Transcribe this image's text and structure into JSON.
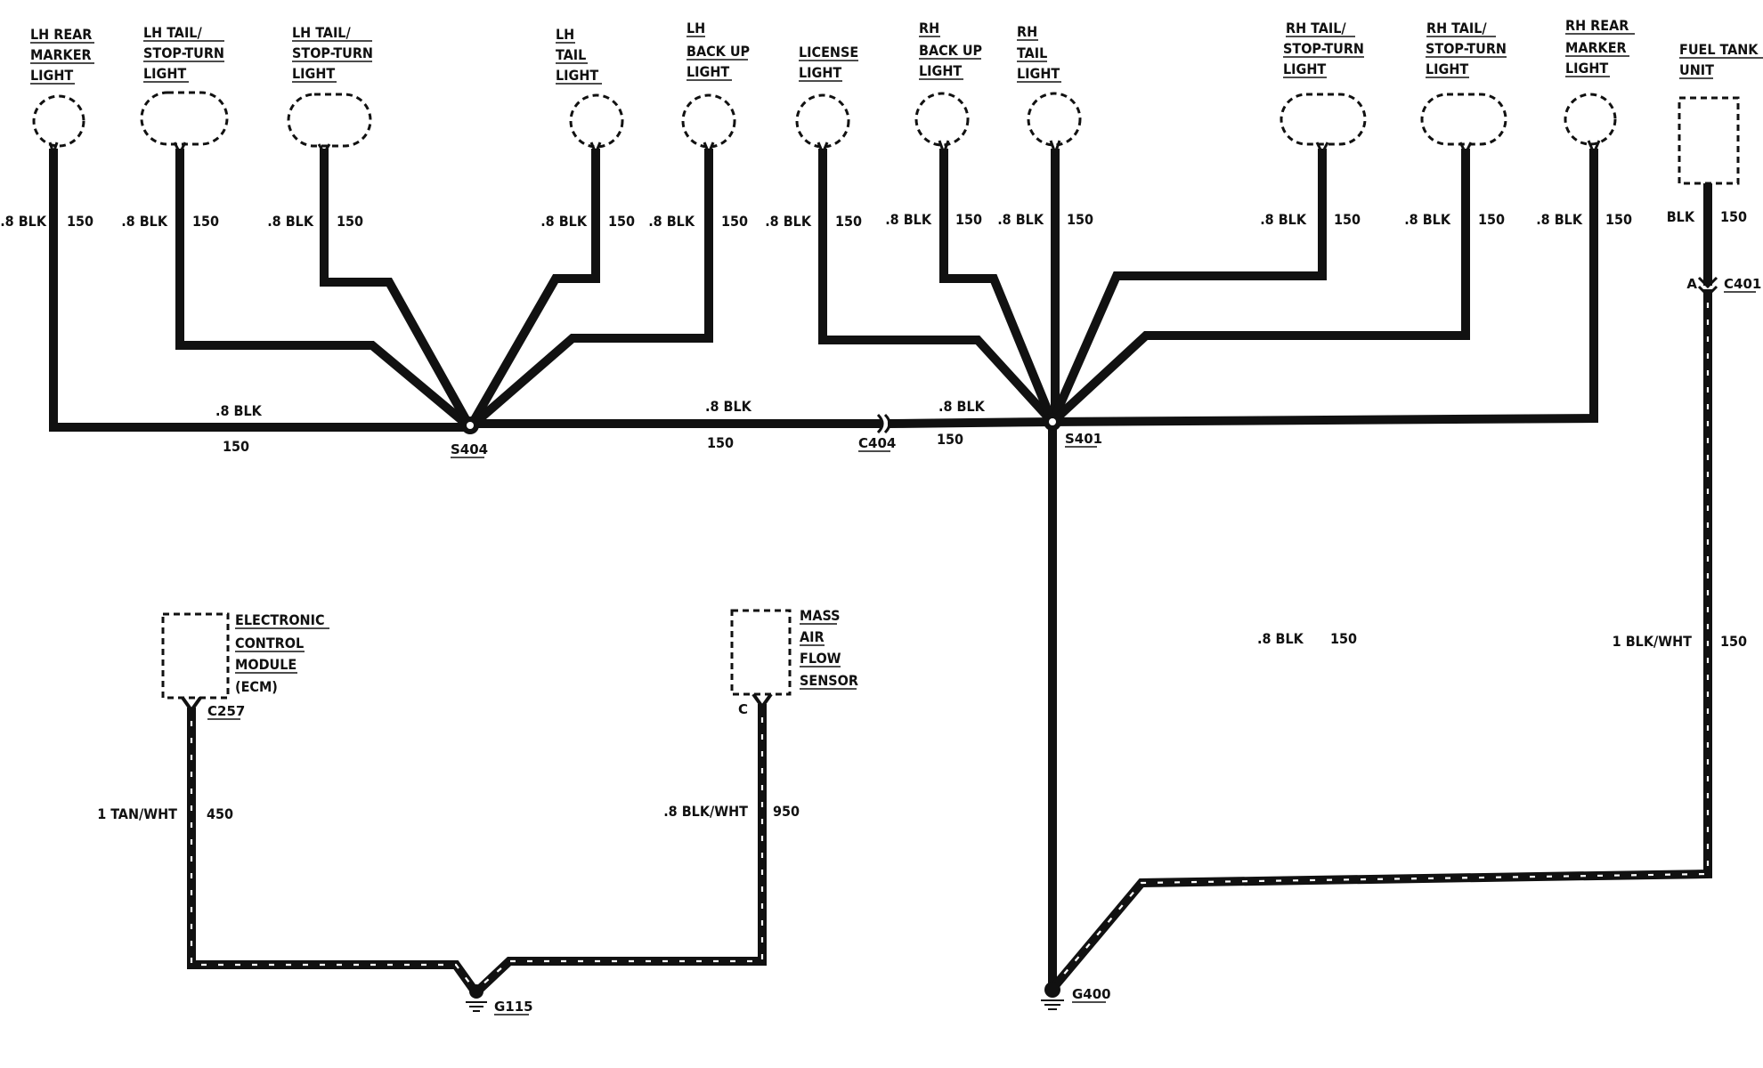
{
  "components": {
    "lh_rear_marker": [
      "LH REAR",
      "MARKER",
      "LIGHT"
    ],
    "lh_tail_stop_turn_1": [
      "LH TAIL/",
      "STOP-TURN",
      "LIGHT"
    ],
    "lh_tail_stop_turn_2": [
      "LH TAIL/",
      "STOP-TURN",
      "LIGHT"
    ],
    "lh_tail": [
      "LH",
      "TAIL",
      "LIGHT"
    ],
    "lh_back_up": [
      "LH",
      "BACK UP",
      "LIGHT"
    ],
    "license": [
      "LICENSE",
      "LIGHT"
    ],
    "rh_back_up": [
      "RH",
      "BACK UP",
      "LIGHT"
    ],
    "rh_tail": [
      "RH",
      "TAIL",
      "LIGHT"
    ],
    "rh_tail_stop_turn_1": [
      "RH TAIL/",
      "STOP-TURN",
      "LIGHT"
    ],
    "rh_tail_stop_turn_2": [
      "RH TAIL/",
      "STOP-TURN",
      "LIGHT"
    ],
    "rh_rear_marker": [
      "RH REAR",
      "MARKER",
      "LIGHT"
    ],
    "fuel_tank": [
      "FUEL TANK",
      "UNIT"
    ],
    "ecm": [
      "ELECTRONIC",
      "CONTROL",
      "MODULE",
      "(ECM)"
    ],
    "maf": [
      "MASS",
      "AIR",
      "FLOW",
      "SENSOR"
    ]
  },
  "wire_labels": {
    "blk_08": ".8 BLK",
    "blk": "BLK",
    "circuit_150": "150",
    "blk_wht_1": "1 BLK/WHT",
    "tan_wht_1": "1 TAN/WHT",
    "circuit_450": "450",
    "blk_wht_08": ".8 BLK/WHT",
    "circuit_950": "950"
  },
  "connectors": {
    "s404": "S404",
    "s401": "S401",
    "c404": "C404",
    "c401": "C401",
    "c401_pin": "A",
    "c257": "C257",
    "maf_pin": "C",
    "g115": "G115",
    "g400": "G400"
  }
}
